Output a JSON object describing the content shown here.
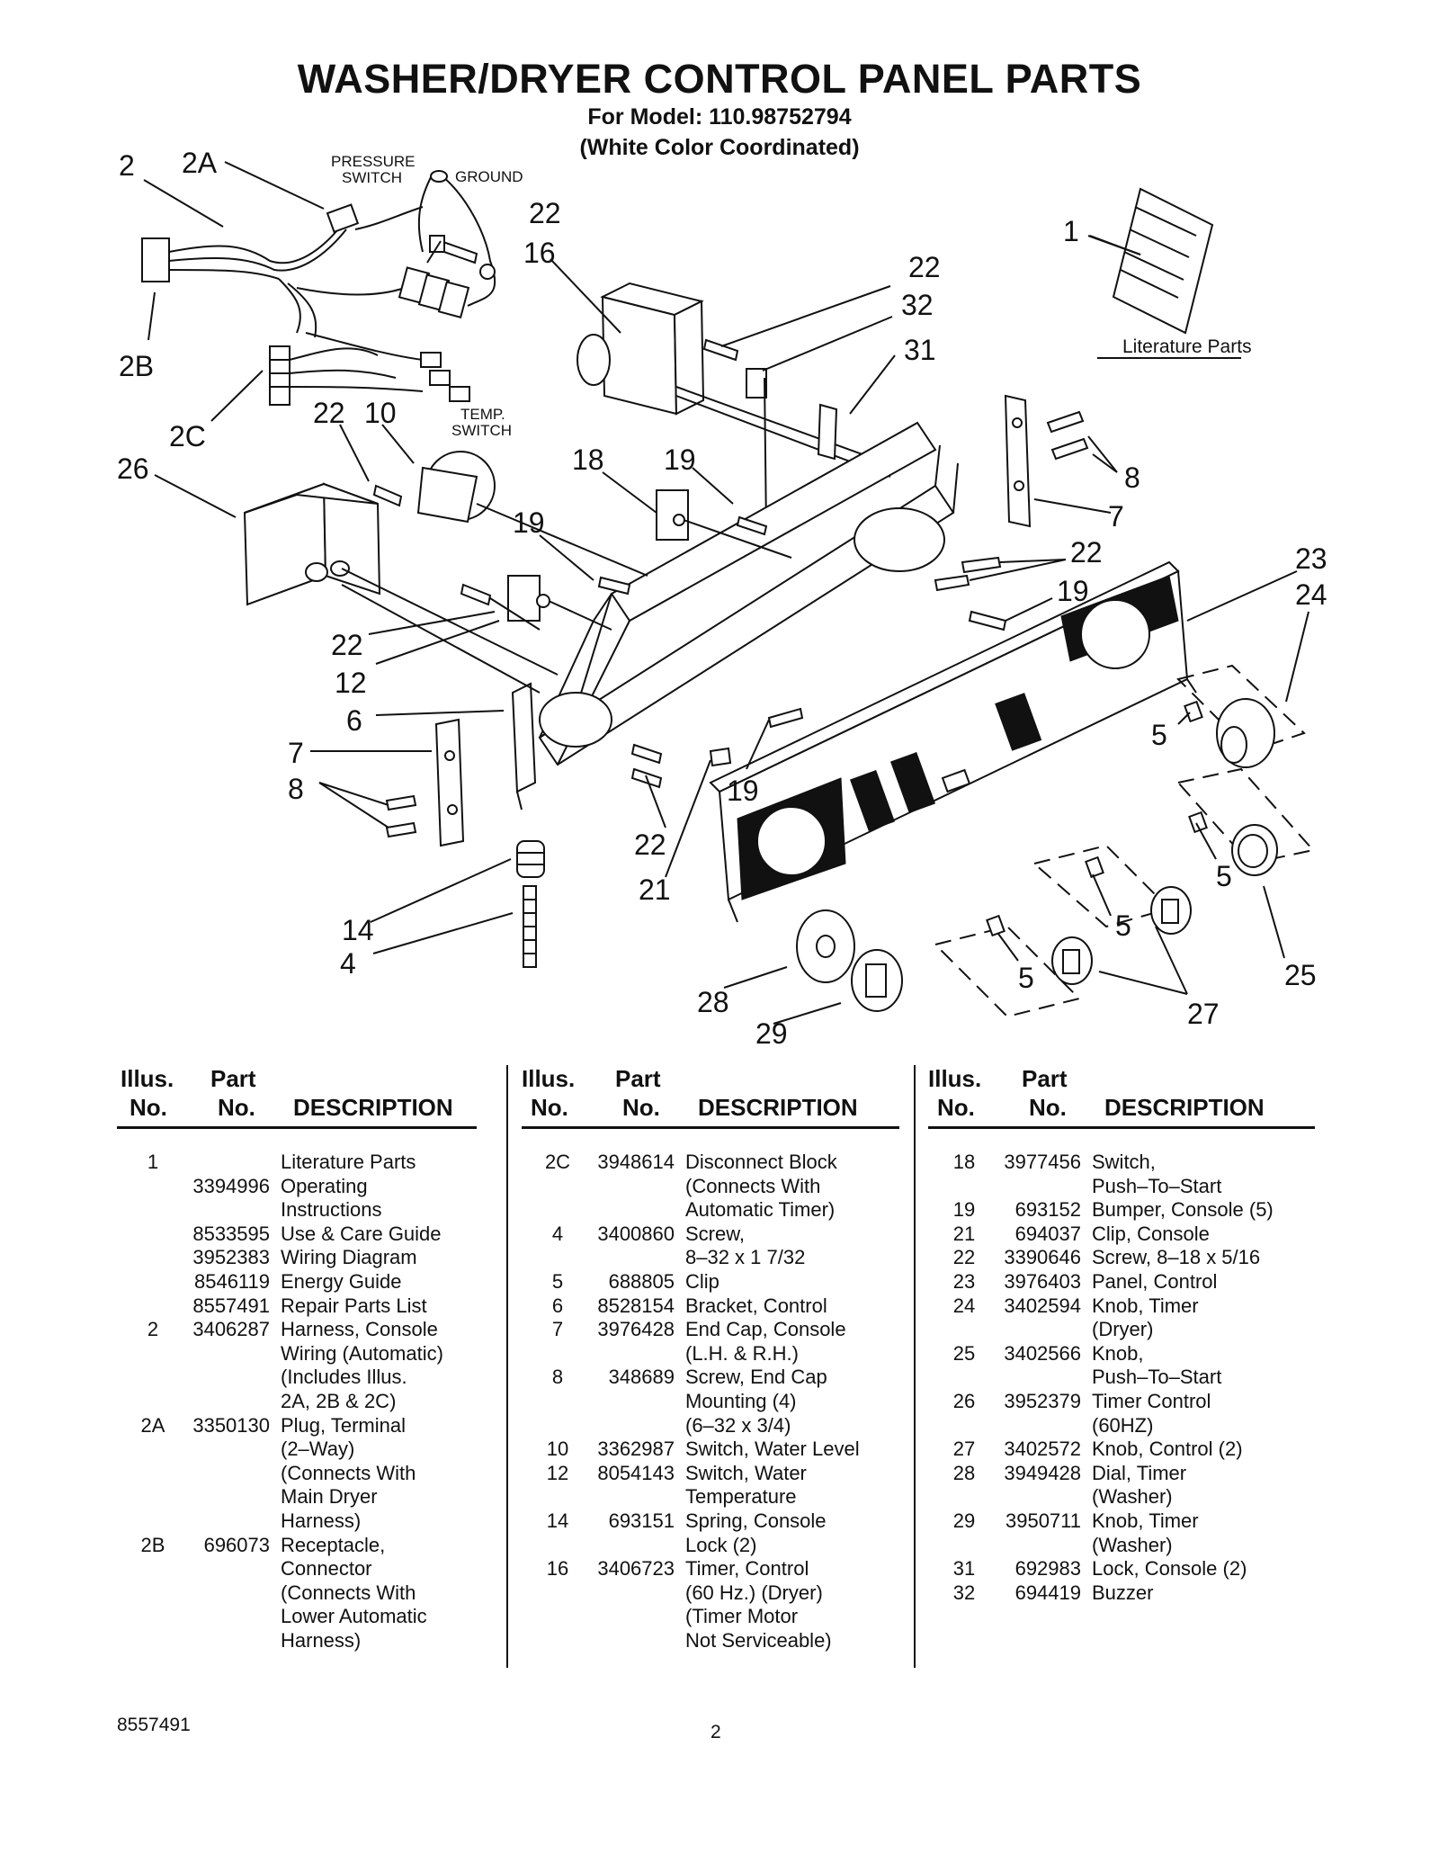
{
  "page": {
    "title": "WASHER/DRYER CONTROL PANEL PARTS",
    "model_line": "For Model: 110.98752794",
    "color_line": "(White Color Coordinated)",
    "footer_left": "8557491",
    "footer_center": "2"
  },
  "diagram": {
    "labels": {
      "pressure_switch_1": "PRESSURE",
      "pressure_switch_2": "SWITCH",
      "ground": "GROUND",
      "temp_switch_1": "TEMP.",
      "temp_switch_2": "SWITCH",
      "literature_parts": "Literature Parts"
    },
    "callouts": [
      "2",
      "2A",
      "2B",
      "2C",
      "26",
      "22",
      "10",
      "22",
      "16",
      "1",
      "22",
      "32",
      "31",
      "18",
      "19",
      "19",
      "8",
      "7",
      "22",
      "23",
      "24",
      "19",
      "22",
      "12",
      "6",
      "7",
      "8",
      "5",
      "19",
      "22",
      "21",
      "5",
      "5",
      "14",
      "4",
      "5",
      "25",
      "28",
      "29",
      "27"
    ]
  },
  "table": {
    "header": {
      "illus_1": "Illus.",
      "illus_2": "No.",
      "part_1": "Part",
      "part_2": "No.",
      "description": "DESCRIPTION"
    },
    "columns": [
      [
        {
          "illus": "1",
          "part": "",
          "desc": "Literature Parts"
        },
        {
          "illus": "",
          "part": "3394996",
          "desc": "Operating\nInstructions"
        },
        {
          "illus": "",
          "part": "8533595",
          "desc": "Use & Care Guide"
        },
        {
          "illus": "",
          "part": "3952383",
          "desc": "Wiring Diagram"
        },
        {
          "illus": "",
          "part": "8546119",
          "desc": "Energy Guide"
        },
        {
          "illus": "",
          "part": "8557491",
          "desc": "Repair Parts List"
        },
        {
          "illus": "2",
          "part": "3406287",
          "desc": "Harness, Console\nWiring (Automatic)\n(Includes Illus.\n2A, 2B & 2C)"
        },
        {
          "illus": "2A",
          "part": "3350130",
          "desc": "Plug, Terminal\n(2–Way)\n(Connects With\nMain Dryer\nHarness)"
        },
        {
          "illus": "2B",
          "part": "696073",
          "desc": "Receptacle,\nConnector\n(Connects With\nLower Automatic\nHarness)"
        }
      ],
      [
        {
          "illus": "2C",
          "part": "3948614",
          "desc": "Disconnect Block\n(Connects With\nAutomatic Timer)"
        },
        {
          "illus": "4",
          "part": "3400860",
          "desc": "Screw,\n8–32 x 1 7/32"
        },
        {
          "illus": "5",
          "part": "688805",
          "desc": "Clip"
        },
        {
          "illus": "6",
          "part": "8528154",
          "desc": "Bracket, Control"
        },
        {
          "illus": "7",
          "part": "3976428",
          "desc": "End Cap, Console\n(L.H. & R.H.)"
        },
        {
          "illus": "8",
          "part": "348689",
          "desc": "Screw, End Cap\nMounting (4)\n(6–32 x 3/4)"
        },
        {
          "illus": "10",
          "part": "3362987",
          "desc": "Switch, Water Level"
        },
        {
          "illus": "12",
          "part": "8054143",
          "desc": "Switch, Water\nTemperature"
        },
        {
          "illus": "14",
          "part": "693151",
          "desc": "Spring, Console\nLock (2)"
        },
        {
          "illus": "16",
          "part": "3406723",
          "desc": "Timer, Control\n(60 Hz.) (Dryer)\n(Timer Motor\nNot Serviceable)"
        }
      ],
      [
        {
          "illus": "18",
          "part": "3977456",
          "desc": "Switch,\nPush–To–Start"
        },
        {
          "illus": "19",
          "part": "693152",
          "desc": "Bumper, Console (5)"
        },
        {
          "illus": "21",
          "part": "694037",
          "desc": "Clip, Console"
        },
        {
          "illus": "22",
          "part": "3390646",
          "desc": "Screw, 8–18 x 5/16"
        },
        {
          "illus": "23",
          "part": "3976403",
          "desc": "Panel, Control"
        },
        {
          "illus": "24",
          "part": "3402594",
          "desc": "Knob, Timer\n(Dryer)"
        },
        {
          "illus": "25",
          "part": "3402566",
          "desc": "Knob,\nPush–To–Start"
        },
        {
          "illus": "26",
          "part": "3952379",
          "desc": "Timer Control\n(60HZ)"
        },
        {
          "illus": "27",
          "part": "3402572",
          "desc": "Knob, Control (2)"
        },
        {
          "illus": "28",
          "part": "3949428",
          "desc": "Dial, Timer\n(Washer)"
        },
        {
          "illus": "29",
          "part": "3950711",
          "desc": "Knob, Timer\n(Washer)"
        },
        {
          "illus": "31",
          "part": "692983",
          "desc": "Lock, Console (2)"
        },
        {
          "illus": "32",
          "part": "694419",
          "desc": "Buzzer"
        }
      ]
    ]
  }
}
